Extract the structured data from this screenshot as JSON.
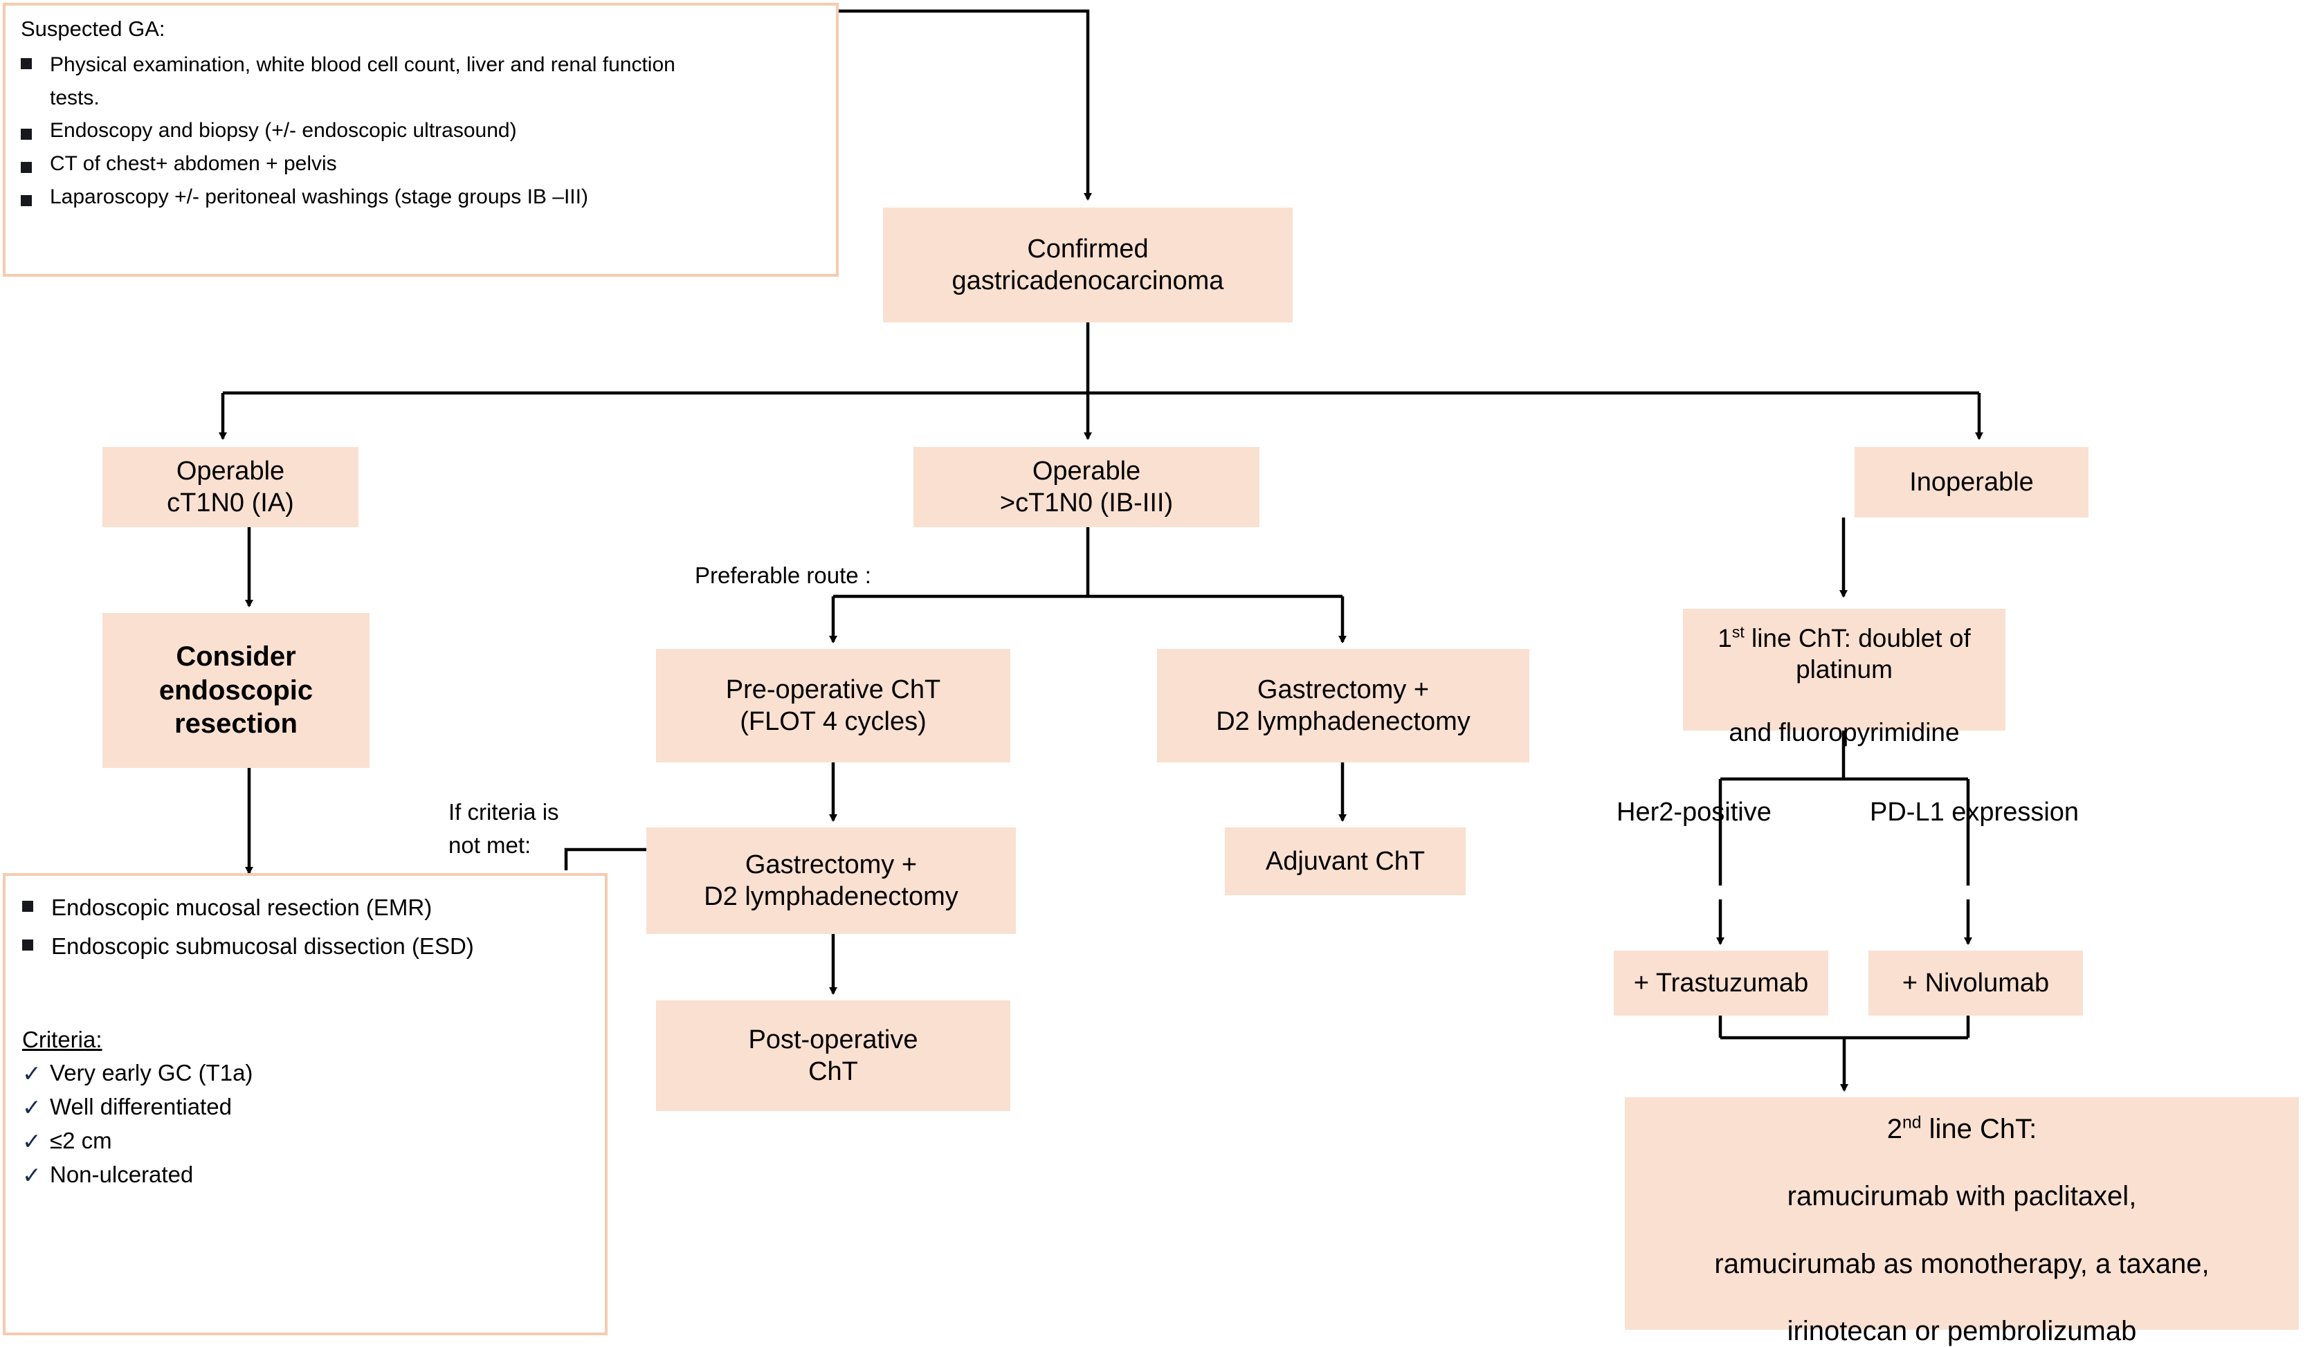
{
  "meta": {
    "title": "Gastric adenocarcinoma diagnosis and management flowchart",
    "colors": {
      "node_fill": "#FAE0D0",
      "listbox_border": "#F6CBB0",
      "listbox_fill": "#FFFFFF",
      "edge": "#000000",
      "text": "#000000"
    }
  },
  "workup_box": {
    "heading": "Suspected GA:",
    "items": [
      "Physical examination, white blood cell count, liver and renal function tests.",
      " Endoscopy and biopsy (+/- endoscopic ultrasound)",
      "CT of chest+ abdomen + pelvis",
      "Laparoscopy +/- peritoneal washings (stage groups IB –III)"
    ]
  },
  "nodes": {
    "confirmed": "Confirmed\ngastricadenocarcinoma",
    "operable_ia": "Operable\ncT1N0 (IA)",
    "operable_ib_iii": "Operable\n>cT1N0 (IB-III)",
    "inoperable": "Inoperable",
    "consider_endoscopic_resection": "Consider\nendoscopic\nresection",
    "preop_cht": "Pre-operative ChT\n(FLOT 4 cycles)",
    "gastrectomy_d2_center": "Gastrectomy +\nD2 lymphadenectomy",
    "postop_cht": "Post-operative\nChT",
    "gastrectomy_d2_right": "Gastrectomy +\nD2 lymphadenectomy",
    "adjuvant_cht": "Adjuvant ChT",
    "trastuzumab": "+ Trastuzumab",
    "nivolumab": "+ Nivolumab"
  },
  "rich_nodes": {
    "first_line_cht": {
      "prefix": "1",
      "sup": "st",
      "line1_rest": " line ChT: doublet of platinum",
      "line2": "and fluoropyrimidine"
    },
    "second_line_cht": {
      "prefix": "2",
      "sup": "nd",
      "line1_rest": " line ChT:",
      "line2": "ramucirumab with paclitaxel,",
      "line3": "ramucirumab as monotherapy, a taxane,",
      "line4": "irinotecan or pembrolizumab"
    }
  },
  "edge_labels": {
    "preferable_route": "Preferable route :",
    "if_criteria_not_met": "If criteria is\nnot met:",
    "her2_positive": "Her2-positive",
    "pdl1_expression": "PD-L1 expression"
  },
  "criteria_box": {
    "techniques": [
      "Endoscopic mucosal resection (EMR)",
      "Endoscopic submucosal dissection (ESD)"
    ],
    "criteria_heading": "Criteria:",
    "criteria_items": [
      "Very early GC (T1a)",
      "Well differentiated",
      "≤2 cm",
      "Non-ulcerated"
    ],
    "check_glyph": "✓"
  }
}
